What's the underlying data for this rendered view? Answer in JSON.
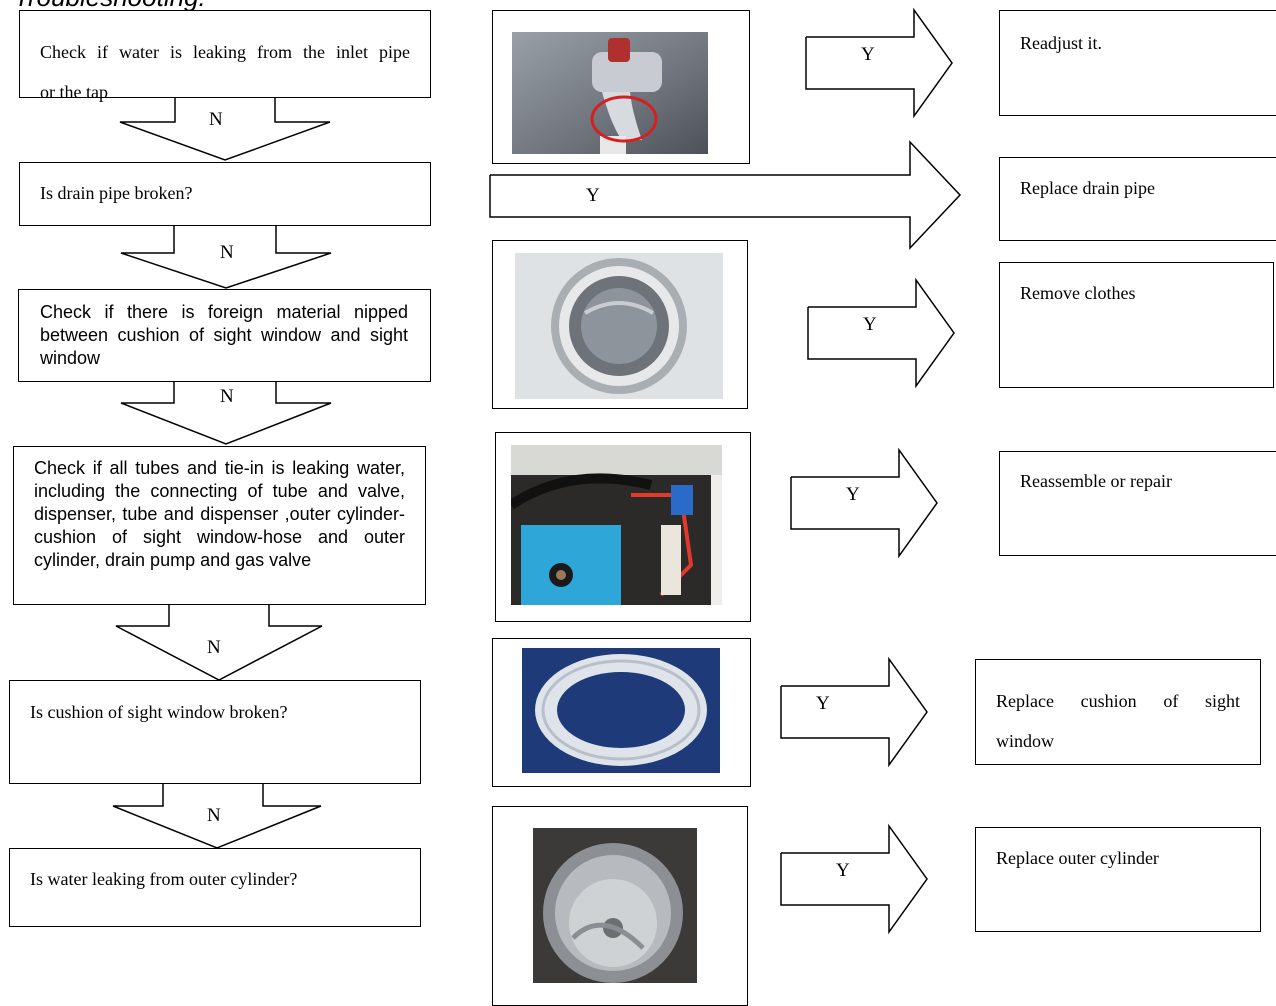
{
  "heading": "Troubleshooting:",
  "checks": [
    {
      "text_l1": "Check if water is leaking from the inlet pipe",
      "text_l2": "or the tap"
    },
    {
      "text": "Is drain pipe broken?"
    },
    {
      "text": "Check if there is foreign material nipped between cushion of sight window and sight window"
    },
    {
      "text": "Check if all tubes and tie-in is leaking water, including the connecting of tube and valve, dispenser, tube and dispenser ,outer cylinder-cushion of sight window-hose and outer cylinder, drain pump and   gas valve"
    },
    {
      "text": "Is cushion of sight window broken?"
    },
    {
      "text": "Is water leaking from outer cylinder?"
    }
  ],
  "actions": [
    "Readjust it.",
    "Replace drain pipe",
    "Remove clothes",
    "Reassemble or repair",
    {
      "l1": "Replace cushion of sight",
      "l2": "window"
    },
    "Replace outer cylinder"
  ],
  "no_label": "N",
  "yes_label": "Y",
  "colors": {
    "line": "#000000",
    "highlight_circle": "#d42020",
    "photo_blue_bg": "#1e3a78"
  }
}
